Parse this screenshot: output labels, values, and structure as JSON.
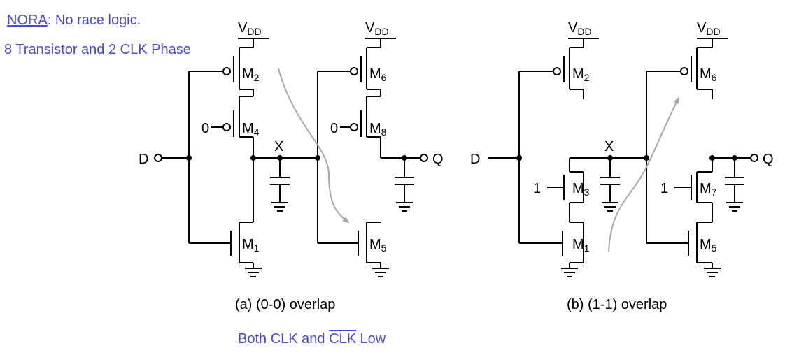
{
  "header": {
    "nora_label": "NORA",
    "nora_rest": ": No race logic.",
    "line2": "8 Transistor and 2 CLK Phase"
  },
  "colors": {
    "note": "#4a4ad0",
    "wire": "#000000",
    "flow_arrow": "#a8a8a8"
  },
  "circuit_a": {
    "vdd_left": "V",
    "vdd_left_sub": "DD",
    "vdd_right": "V",
    "vdd_right_sub": "DD",
    "m2": "M",
    "m2_sub": "2",
    "m4": "M",
    "m4_sub": "4",
    "m1": "M",
    "m1_sub": "1",
    "m6": "M",
    "m6_sub": "6",
    "m8": "M",
    "m8_sub": "8",
    "m5": "M",
    "m5_sub": "5",
    "zero1": "0",
    "zero2": "0",
    "d": "D",
    "x": "X",
    "q": "Q",
    "caption": "(a) (0-0) overlap"
  },
  "circuit_b": {
    "vdd_left": "V",
    "vdd_left_sub": "DD",
    "vdd_right": "V",
    "vdd_right_sub": "DD",
    "m2": "M",
    "m2_sub": "2",
    "m3": "M",
    "m3_sub": "3",
    "m1": "M",
    "m1_sub": "1",
    "m6": "M",
    "m6_sub": "6",
    "m7": "M",
    "m7_sub": "7",
    "m5": "M",
    "m5_sub": "5",
    "one1": "1",
    "one2": "1",
    "d": "D",
    "x": "X",
    "q": "Q",
    "caption": "(b) (1-1) overlap"
  },
  "footer": {
    "prefix": "Both CLK and ",
    "clk_bar": "CLK",
    "suffix": " Low"
  }
}
